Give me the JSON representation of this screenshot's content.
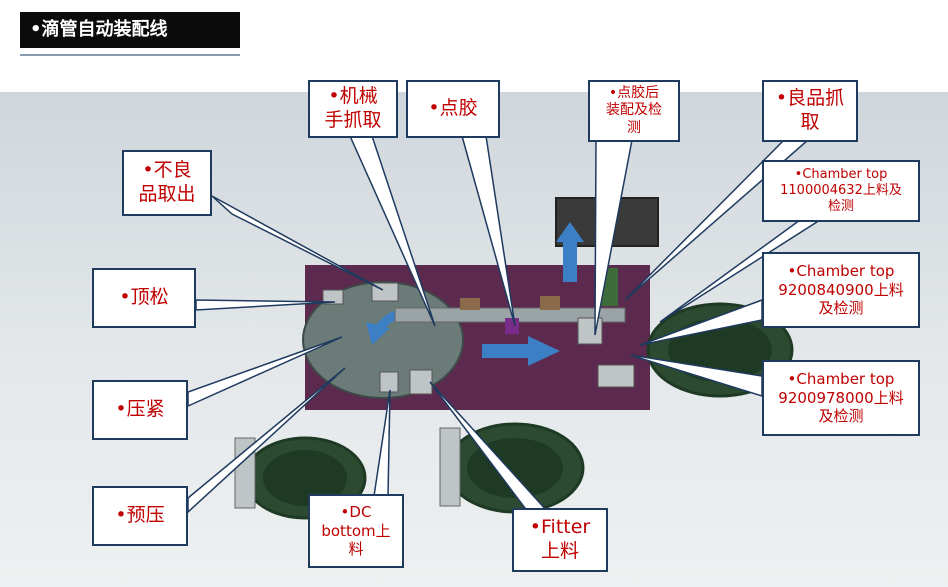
{
  "title": "•滴管自动装配线",
  "labels": {
    "dingsong": "•顶松",
    "yajin": "•压紧",
    "yuya": "•预压",
    "buliang": "•不良\n品取出",
    "jixieshou": "•机械\n手抓取",
    "dianjiao": "•点胶",
    "dianjiaohou": "•点胶后\n装配及检\n测",
    "liangpin": "•良品抓\n取",
    "chamber1": "•Chamber top\n1100004632上料及\n检测",
    "chamber2": "•Chamber top\n9200840900上料\n及检测",
    "chamber3": "•Chamber top\n9200978000上料\n及检测",
    "dc": "•DC\nbottom上\n料",
    "fitter": "•Fitter\n上料"
  },
  "colors": {
    "frame": "#1f3a5f",
    "text": "#c00000",
    "table": "#5b2a4e",
    "bowl": "#1f3a24",
    "arrow": "#3d7fc4"
  }
}
